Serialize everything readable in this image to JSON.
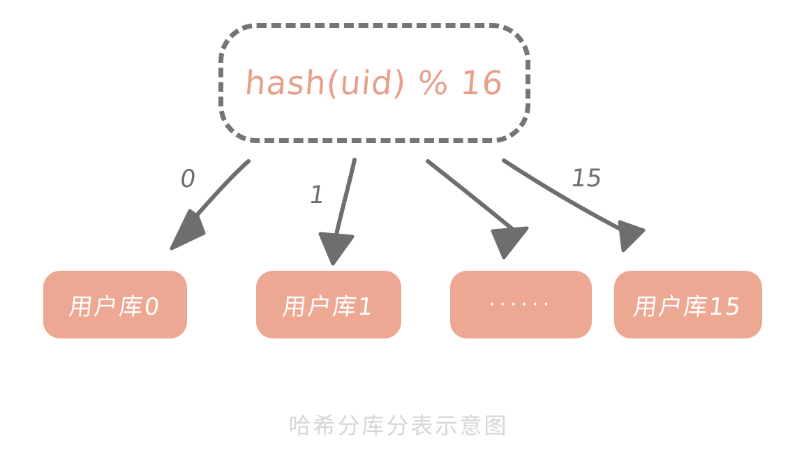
{
  "diagram": {
    "caption": "哈希分库分表示意图",
    "colors": {
      "shard_fill": "#EDA894",
      "hash_text": "#E8A08C",
      "arrow": "#6E6E6E",
      "dashed_border": "#757575",
      "caption": "#D6D6D6",
      "shard_text": "#FFFFFF",
      "background": "#FFFFFF"
    },
    "hash_node": {
      "label": "hash(uid) % 16",
      "border_style": "dashed"
    },
    "edges": [
      {
        "label": "0",
        "from": "hash_node",
        "to": "shard-0"
      },
      {
        "label": "1",
        "from": "hash_node",
        "to": "shard-1"
      },
      {
        "label": "",
        "from": "hash_node",
        "to": "shard-ellipsis"
      },
      {
        "label": "15",
        "from": "hash_node",
        "to": "shard-15"
      }
    ],
    "shards": [
      {
        "id": "shard-0",
        "label": "用户库0"
      },
      {
        "id": "shard-1",
        "label": "用户库1"
      },
      {
        "id": "shard-ellipsis",
        "label": "······"
      },
      {
        "id": "shard-15",
        "label": "用户库15"
      }
    ]
  }
}
